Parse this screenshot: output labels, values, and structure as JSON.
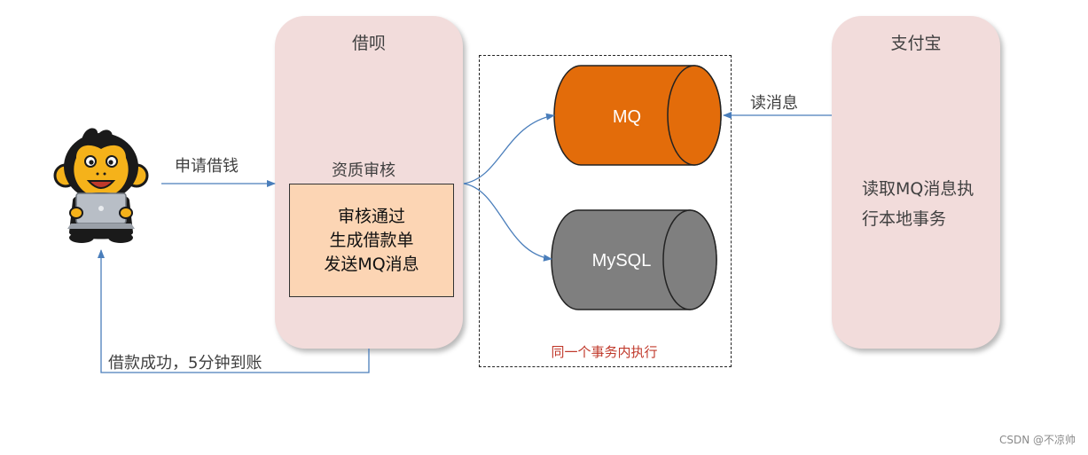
{
  "jiebei": {
    "title": "借呗",
    "review_label": "资质审核",
    "box_lines": [
      "审核通过",
      "生成借款单",
      "发送MQ消息"
    ]
  },
  "alipay": {
    "title": "支付宝",
    "lines": [
      "读取MQ消息执",
      "行本地事务"
    ]
  },
  "stores": {
    "mq_label": "MQ",
    "mysql_label": "MySQL"
  },
  "transaction_caption": "同一个事务内执行",
  "arrows": {
    "apply_loan": "申请借钱",
    "read_message": "读消息",
    "loan_success": "借款成功，5分钟到账"
  },
  "watermark": "CSDN @不凉帅",
  "colors": {
    "panel": "#f2dcdb",
    "review_box": "#fcd5b4",
    "mq": "#e36c0a",
    "mysql": "#7f7f7f",
    "arrow": "#4a7ebb",
    "caption": "#c0392b"
  }
}
